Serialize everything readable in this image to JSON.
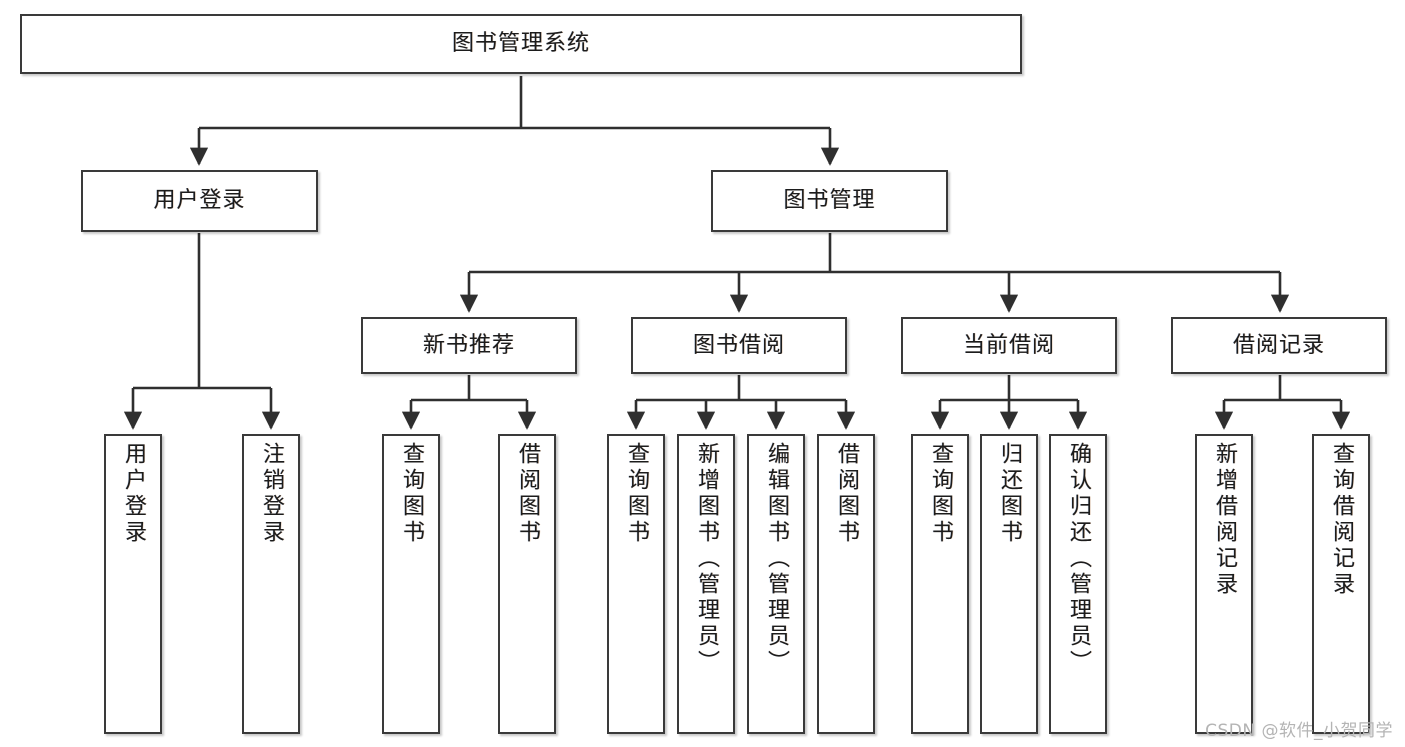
{
  "diagram": {
    "title": "图书管理系统",
    "watermark": "CSDN @软件_小贺同学",
    "colors": {
      "box_border": "#3a3a3a",
      "box_fill": "#ffffff",
      "connector": "#2f2f2f",
      "text": "#1c1c1c",
      "watermark": "#b4b4b4"
    },
    "root": {
      "label": "图书管理系统"
    },
    "level2": [
      {
        "label": "用户登录"
      },
      {
        "label": "图书管理"
      }
    ],
    "level3": [
      {
        "label": "新书推荐"
      },
      {
        "label": "图书借阅"
      },
      {
        "label": "当前借阅"
      },
      {
        "label": "借阅记录"
      }
    ],
    "leaves": {
      "user_login": [
        {
          "label": "用户登录"
        },
        {
          "label": "注销登录"
        }
      ],
      "new_book_recommend": [
        {
          "label": "查询图书"
        },
        {
          "label": "借阅图书"
        }
      ],
      "book_borrow": [
        {
          "label": "查询图书"
        },
        {
          "label": "新增图书（管理员）"
        },
        {
          "label": "编辑图书（管理员）"
        },
        {
          "label": "借阅图书"
        }
      ],
      "current_borrow": [
        {
          "label": "查询图书"
        },
        {
          "label": "归还图书"
        },
        {
          "label": "确认归还（管理员）"
        }
      ],
      "borrow_record": [
        {
          "label": "新增借阅记录"
        },
        {
          "label": "查询借阅记录"
        }
      ]
    }
  }
}
